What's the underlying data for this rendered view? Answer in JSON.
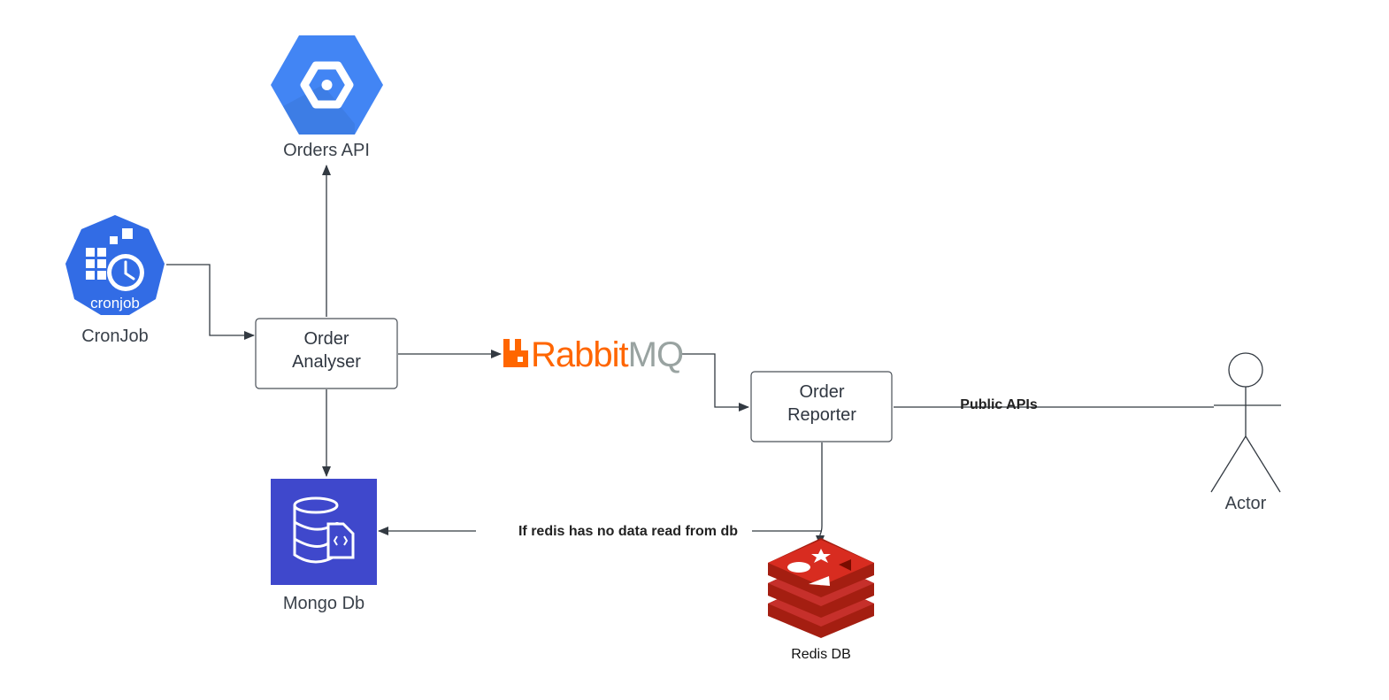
{
  "nodes": {
    "orders_api": {
      "label": "Orders API",
      "icon": "gcp-hexagon-icon",
      "color": "#4285f4"
    },
    "cronjob": {
      "label": "CronJob",
      "badge": "cronjob",
      "icon": "kubernetes-cronjob-icon",
      "color": "#326ce5"
    },
    "order_analyser": {
      "line1": "Order",
      "line2": "Analyser"
    },
    "rabbitmq": {
      "part1": "Rabbit",
      "part2": "MQ",
      "icon": "rabbitmq-logo",
      "color_primary": "#ff6600",
      "color_secondary": "#99a3a1"
    },
    "order_reporter": {
      "line1": "Order",
      "line2": "Reporter"
    },
    "actor": {
      "label": "Actor",
      "icon": "stick-figure-icon"
    },
    "mongo_db": {
      "label": "Mongo Db",
      "icon": "database-document-icon",
      "color": "#3f48cc"
    },
    "redis_db": {
      "label": "Redis DB",
      "icon": "redis-stack-icon",
      "color": "#c6302b"
    }
  },
  "edges": {
    "public_apis": "Public APIs",
    "redis_fallback": "If redis has no data read from db"
  }
}
